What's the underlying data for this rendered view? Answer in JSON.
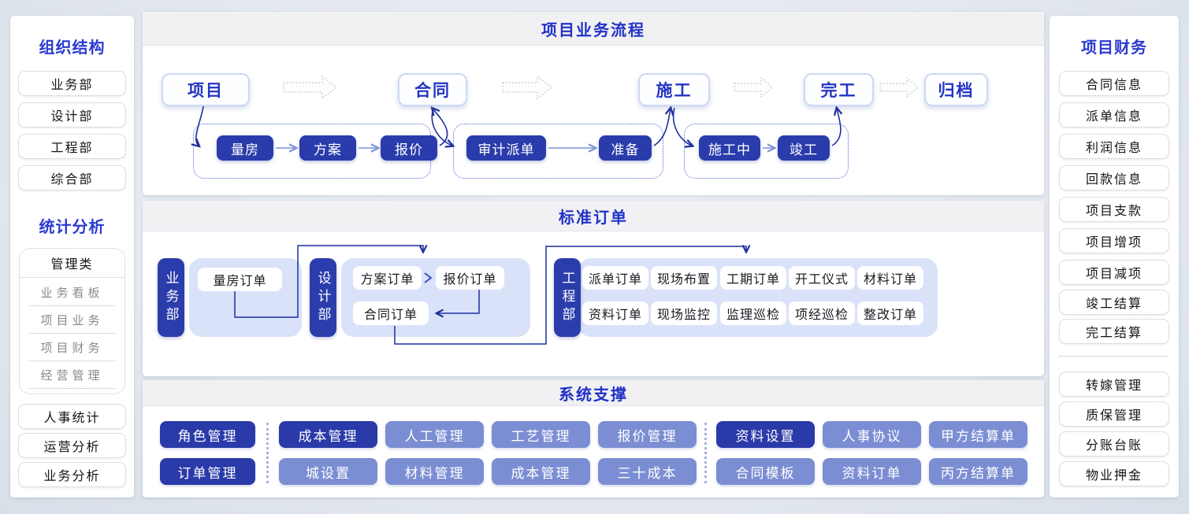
{
  "colors": {
    "accent_blue": "#2232c6",
    "dark_node": "#2a3cab",
    "light_node": "#7b8ed3",
    "node_container": "#d9e2f8",
    "connector_navy": "#1d2f9e",
    "connector_light": "#8094d6",
    "panel_header_bg": "#f1f1f4"
  },
  "left_sidebar": {
    "org_title": "组织结构",
    "org_items": [
      "业务部",
      "设计部",
      "工程部",
      "综合部"
    ],
    "stats_title": "统计分析",
    "mgmt_button": "管理类",
    "mgmt_links": [
      "业务看板",
      "项目业务",
      "项目财务",
      "经营管理"
    ],
    "stat_items": [
      "人事统计",
      "运营分析",
      "业务分析"
    ]
  },
  "right_sidebar": {
    "title": "项目财务",
    "group1": [
      "合同信息",
      "派单信息",
      "利润信息",
      "回款信息",
      "项目支款",
      "项目增项",
      "项目减项",
      "竣工结算",
      "完工结算"
    ],
    "group2": [
      "转嫁管理",
      "质保管理",
      "分账台账",
      "物业押金"
    ]
  },
  "flow_panel": {
    "title": "项目业务流程",
    "stages": [
      "项目",
      "合同",
      "施工",
      "完工",
      "归档"
    ],
    "group1": [
      "量房",
      "方案",
      "报价"
    ],
    "group2": [
      "审计派单",
      "准备"
    ],
    "group3": [
      "施工中",
      "竣工"
    ]
  },
  "orders_panel": {
    "title": "标准订单",
    "depts": [
      {
        "name": "业务部",
        "orders": [
          "量房订单"
        ]
      },
      {
        "name": "设计部",
        "orders": [
          "方案订单",
          "报价订单",
          "合同订单"
        ]
      },
      {
        "name": "工程部",
        "row1": [
          "派单订单",
          "现场布置",
          "工期订单",
          "开工仪式",
          "材料订单"
        ],
        "row2": [
          "资料订单",
          "现场监控",
          "监理巡检",
          "项经巡检",
          "整改订单"
        ]
      }
    ]
  },
  "support_panel": {
    "title": "系统支撑",
    "group1": {
      "row1": [
        "角色管理"
      ],
      "row2": [
        "订单管理"
      ]
    },
    "group2": {
      "row1": [
        "成本管理",
        "人工管理",
        "工艺管理",
        "报价管理"
      ],
      "row2": [
        "城设置",
        "材料管理",
        "成本管理",
        "三十成本"
      ]
    },
    "group3": {
      "row1": [
        "资料设置",
        "人事协议",
        "甲方结算单"
      ],
      "row2": [
        "合同模板",
        "资料订单",
        "丙方结算单"
      ]
    }
  }
}
